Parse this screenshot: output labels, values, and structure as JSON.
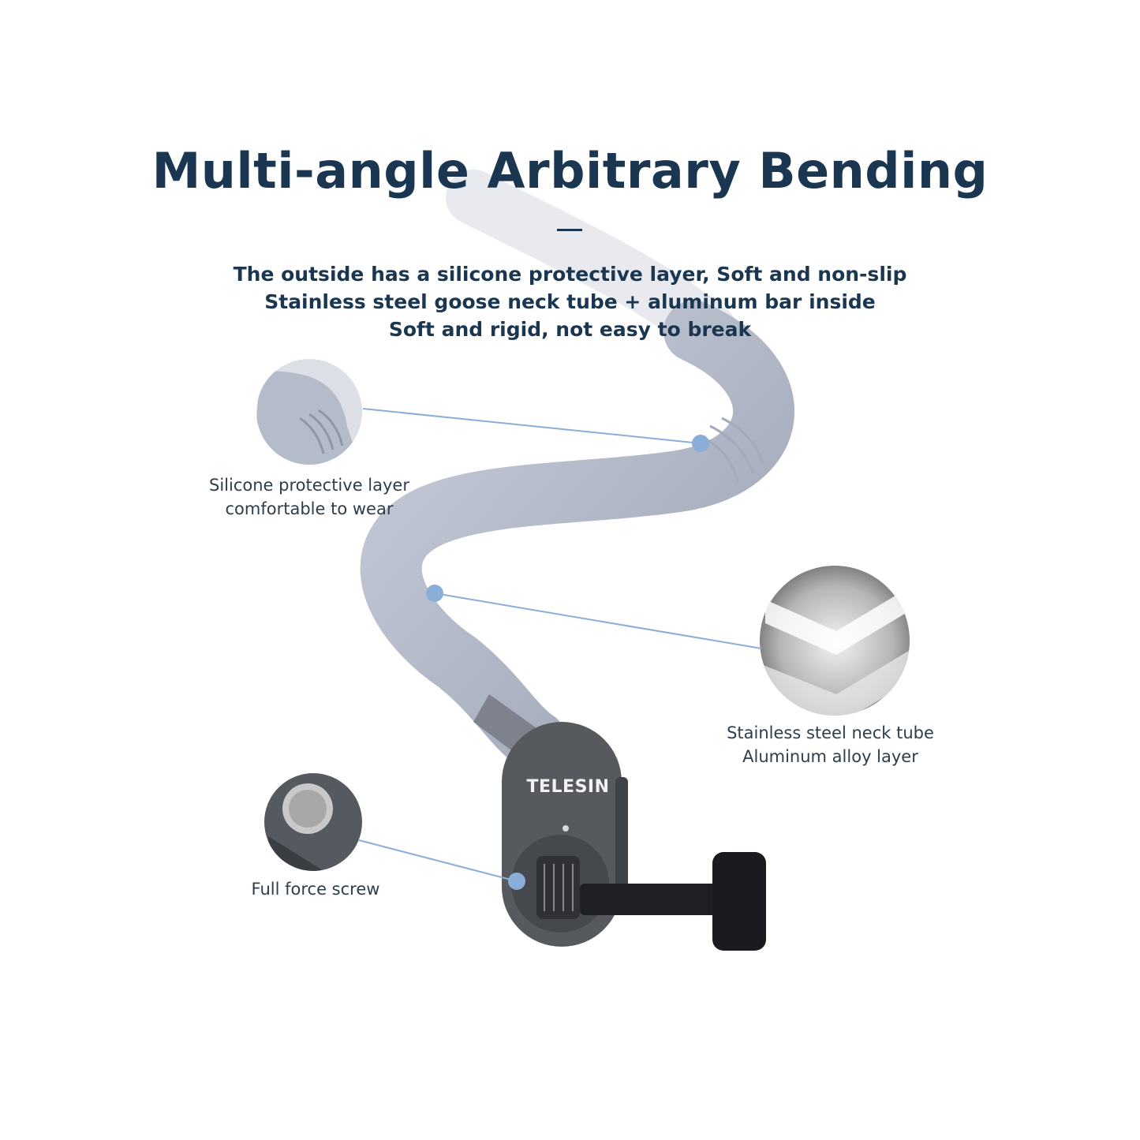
{
  "headline": "Multi-angle Arbitrary Bending",
  "subtitle_lines": [
    "The outside has a silicone protective layer, Soft and non-slip",
    "Stainless steel goose neck tube + aluminum bar inside",
    "Soft and rigid, not easy to break"
  ],
  "callouts": {
    "silicone": {
      "line1": "Silicone protective layer",
      "line2": "comfortable to wear"
    },
    "steel": {
      "line1": "Stainless steel neck tube",
      "line2": "Aluminum alloy layer"
    },
    "screw": {
      "line1": "Full force screw"
    }
  },
  "brand": "TELESIN",
  "colors": {
    "heading": "#1a3650",
    "tube": "#b9bfcc",
    "pointer": "#8aaed8",
    "mount": "#56595e"
  }
}
